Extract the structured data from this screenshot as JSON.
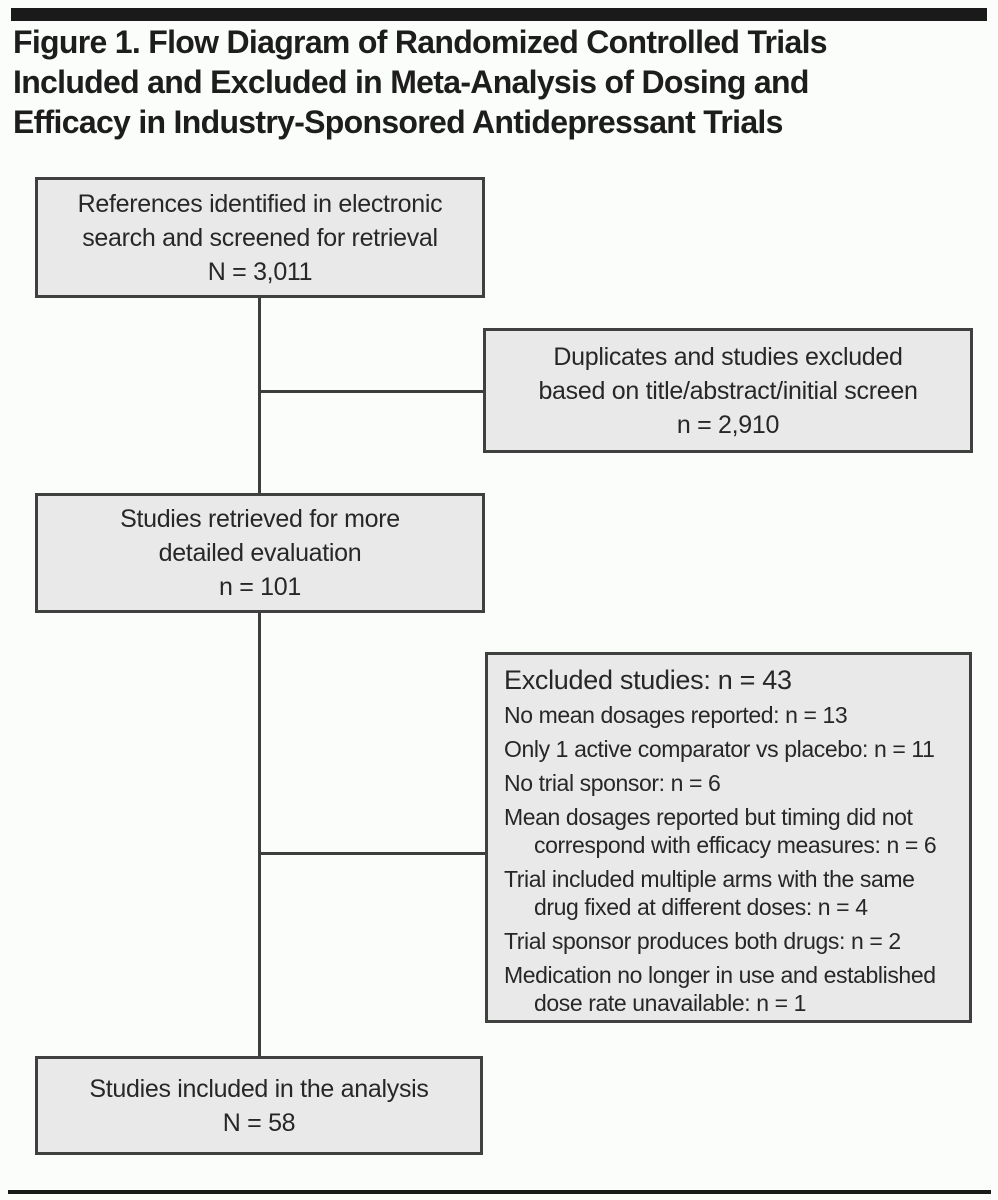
{
  "figure": {
    "title_lines": [
      "Figure 1. Flow Diagram of Randomized Controlled Trials",
      "Included and Excluded in Meta-Analysis of Dosing and",
      "Efficacy in Industry-Sponsored Antidepressant Trials"
    ]
  },
  "flow": {
    "box_references": {
      "lines": [
        "References identified in electronic",
        "search and screened for retrieval",
        "N = 3,011"
      ]
    },
    "box_duplicates": {
      "lines": [
        "Duplicates and studies excluded",
        "based on title/abstract/initial screen",
        "n = 2,910"
      ]
    },
    "box_retrieved": {
      "lines": [
        "Studies retrieved for more",
        "detailed evaluation",
        "n = 101"
      ]
    },
    "box_excluded": {
      "heading": "Excluded studies: n = 43",
      "items": [
        "No mean dosages reported: n = 13",
        "Only 1 active comparator vs placebo: n = 11",
        "No trial sponsor: n = 6",
        "Mean dosages reported but timing did not correspond with efficacy measures: n = 6",
        "Trial included multiple arms with the same drug fixed at different doses: n = 4",
        "Trial sponsor produces both drugs: n = 2",
        "Medication no longer in use and established dose rate unavailable: n = 1"
      ]
    },
    "box_included": {
      "lines": [
        "Studies included in the analysis",
        "N = 58"
      ]
    }
  },
  "colors": {
    "box_fill": "#e9e9e9",
    "box_border": "#404040",
    "connector": "#3d3d3d",
    "rule": "#1a1a1a",
    "text": "#272727",
    "background": "#fbfdfa"
  }
}
